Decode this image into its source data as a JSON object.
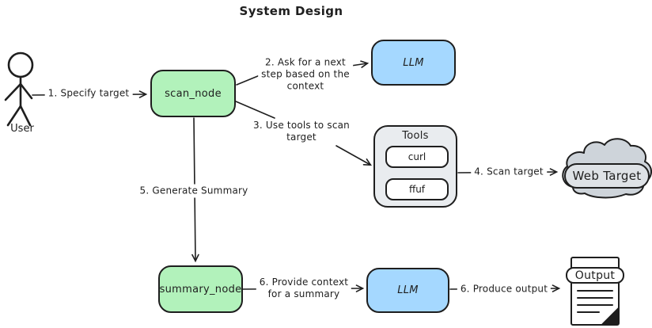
{
  "title": "System Design",
  "palette": {
    "ink": "#1e1e1e",
    "node_green": "#b2f2bb",
    "node_blue": "#a5d8ff",
    "container_gray": "#e9ecef",
    "cloud_gray": "#ced4da",
    "pill_gray": "#dee2e6",
    "white": "#ffffff"
  },
  "actor": {
    "label": "User"
  },
  "nodes": {
    "scan": {
      "label": "scan_node"
    },
    "llm_top": {
      "label": "LLM"
    },
    "tools": {
      "label": "Tools",
      "items": [
        {
          "label": "curl"
        },
        {
          "label": "ffuf"
        }
      ]
    },
    "web_target": {
      "label": "Web Target"
    },
    "summary": {
      "label": "summary_node"
    },
    "llm_bottom": {
      "label": "LLM"
    },
    "output": {
      "label": "Output"
    }
  },
  "edges": [
    {
      "id": "specify-target",
      "label": "1. Specify target"
    },
    {
      "id": "ask-next-step",
      "label": "2. Ask for a next\nstep based on the\ncontext"
    },
    {
      "id": "use-tools",
      "label": "3. Use tools to scan\ntarget"
    },
    {
      "id": "scan-target",
      "label": "4. Scan target"
    },
    {
      "id": "generate-summary",
      "label": "5. Generate Summary"
    },
    {
      "id": "provide-context",
      "label": "6. Provide context\nfor a summary"
    },
    {
      "id": "produce-output",
      "label": "6. Produce output"
    }
  ]
}
